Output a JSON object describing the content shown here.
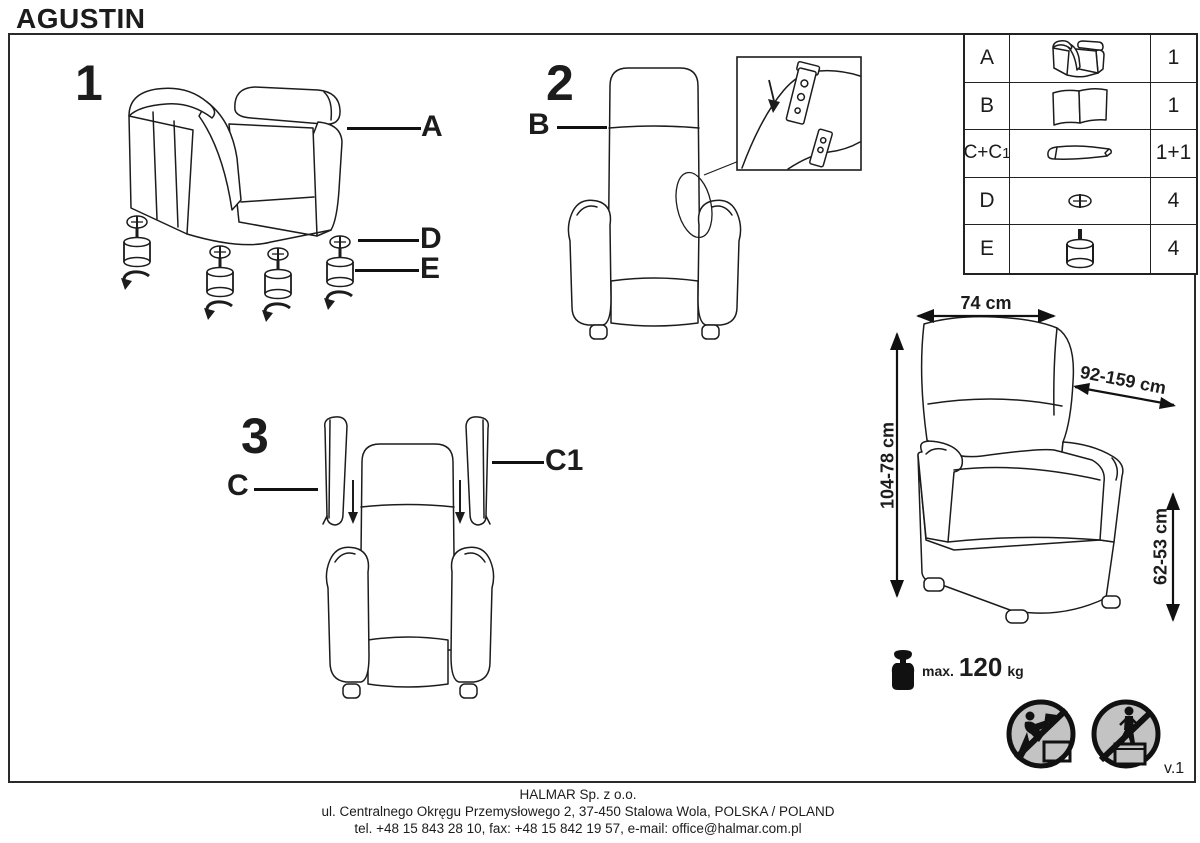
{
  "title": "AGUSTIN",
  "version": "v.1",
  "figure1": {
    "number": "1",
    "label_a": "A",
    "label_d": "D",
    "label_e": "E"
  },
  "figure2": {
    "number": "2",
    "label_b": "B"
  },
  "figure3": {
    "number": "3",
    "label_c": "C",
    "label_c1": "C1"
  },
  "parts_table": {
    "rows": [
      {
        "letter": "A",
        "icon": "armchair-icon",
        "qty": "1"
      },
      {
        "letter": "B",
        "icon": "backrest-icon",
        "qty": "1"
      },
      {
        "letter": "C+C",
        "letter_sub": "1",
        "icon": "armrest-pad-icon",
        "qty": "1+1"
      },
      {
        "letter": "D",
        "icon": "screw-icon",
        "qty": "4"
      },
      {
        "letter": "E",
        "icon": "leg-icon",
        "qty": "4"
      }
    ]
  },
  "dimensions": {
    "width": "74 cm",
    "depth_range": "92-159 cm",
    "height_range": "104-78 cm",
    "back_height_range": "62-53 cm"
  },
  "weight_limit": {
    "prefix": "max.",
    "value": "120",
    "unit": "kg"
  },
  "warning_icons": [
    "no-climbing-icon",
    "no-standing-icon"
  ],
  "footer": {
    "company": "HALMAR Sp. z o.o.",
    "address": "ul. Centralnego Okręgu Przemysłowego 2, 37-450 Stalowa Wola, POLSKA / POLAND",
    "contact": "tel. +48 15 843 28 10, fax: +48 15 842 19 57, e-mail: office@halmar.com.pl"
  },
  "colors": {
    "line": "#1c1c1c",
    "warning_fill": "#c3c3c3",
    "background": "#ffffff"
  }
}
